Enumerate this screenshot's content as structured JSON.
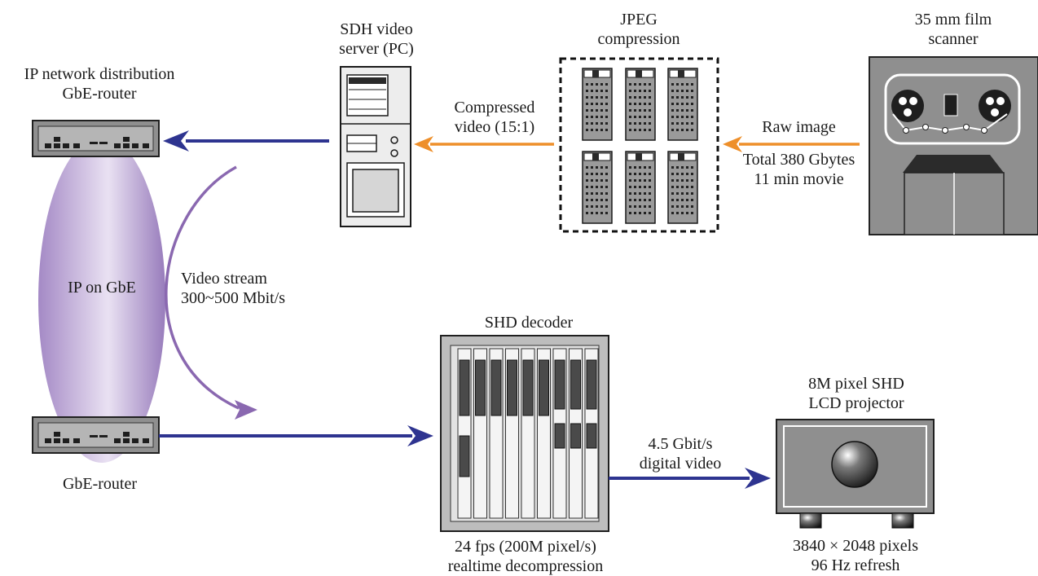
{
  "colors": {
    "blue_arrow": "#2e3490",
    "orange_arrow": "#ee8f2a",
    "purple_arrow": "#8a68b0",
    "cloud": "#a98cc7",
    "device_grey": "#8f8f8f",
    "device_dark": "#303030"
  },
  "nodes": {
    "ip_router": {
      "line1": "IP network distribution",
      "line2": "GbE-router"
    },
    "cloud": {
      "label": "IP on GbE"
    },
    "gbe_router": {
      "label": "GbE-router"
    },
    "sdh_server": {
      "line1": "SDH video",
      "line2": "server (PC)"
    },
    "jpeg": {
      "line1": "JPEG",
      "line2": "compression"
    },
    "scanner": {
      "line1": "35 mm film",
      "line2": "scanner"
    },
    "decoder": {
      "title": "SHD decoder",
      "line1": "24 fps (200M pixel/s)",
      "line2": "realtime decompression"
    },
    "projector": {
      "line1": "8M pixel SHD",
      "line2": "LCD projector",
      "spec1": "3840 × 2048 pixels",
      "spec2": "96 Hz refresh"
    }
  },
  "edges": {
    "compressed": {
      "line1": "Compressed",
      "line2": "video (15:1)"
    },
    "raw": {
      "line1": "Raw image",
      "line2": "Total 380 Gbytes",
      "line3": "11 min movie"
    },
    "stream": {
      "line1": "Video stream",
      "line2": "300~500 Mbit/s"
    },
    "digital": {
      "line1": "4.5 Gbit/s",
      "line2": "digital video"
    }
  }
}
